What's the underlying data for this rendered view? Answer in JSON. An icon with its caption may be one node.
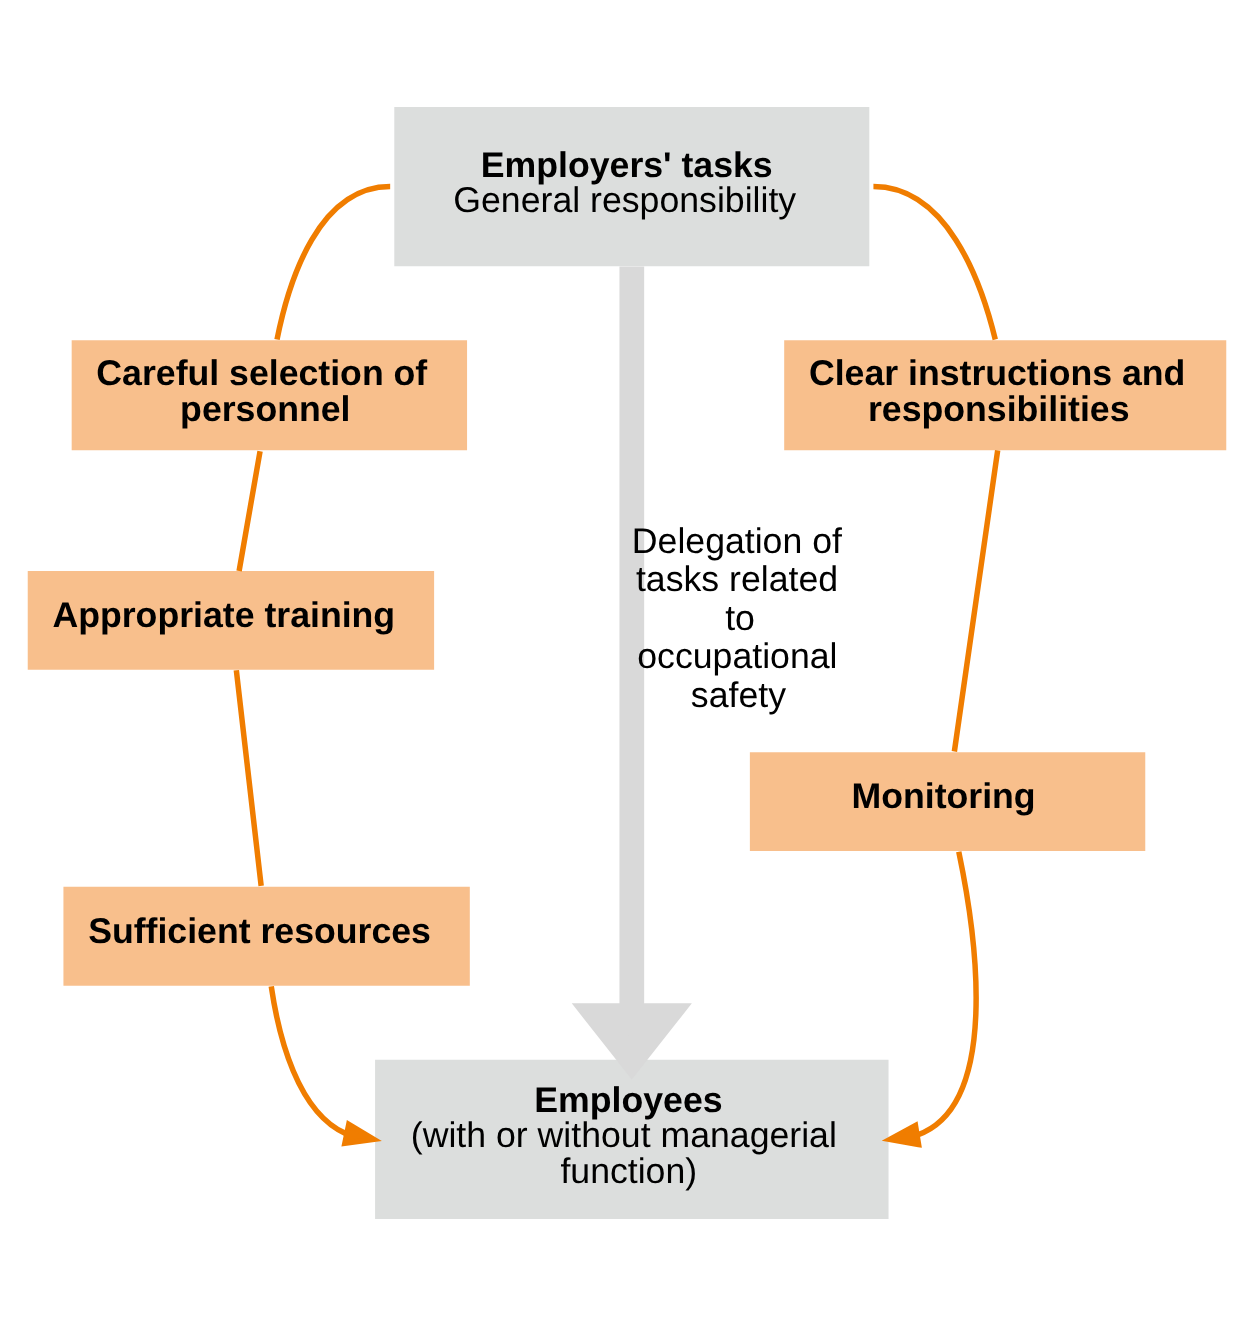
{
  "diagram": {
    "nodes": [
      {
        "text": [
          "Employers' tasks",
          "General responsibility"
        ]
      },
      {
        "text": [
          "Careful selection of personnel"
        ]
      },
      {
        "text": [
          "Appropriate training"
        ]
      },
      {
        "text": [
          "Sufficient resources"
        ]
      },
      {
        "text": [
          "Clear instructions and responsibilities"
        ]
      },
      {
        "text": [
          "Monitoring"
        ]
      },
      {
        "text": [
          "Employees",
          "(with or without managerial function)"
        ]
      }
    ],
    "edges": [
      {
        "from": 0,
        "to": 1,
        "arrow": "none"
      },
      {
        "from": 1,
        "to": 2,
        "arrow": "none"
      },
      {
        "from": 2,
        "to": 3,
        "arrow": "none"
      },
      {
        "from": 3,
        "to": 6,
        "arrow": "to"
      },
      {
        "from": 0,
        "to": 4,
        "arrow": "none"
      },
      {
        "from": 4,
        "to": 5,
        "arrow": "none"
      },
      {
        "from": 5,
        "to": 6,
        "arrow": "to"
      },
      {
        "from": 0,
        "to": 6,
        "arrow": "to",
        "label": "Delegation of tasks related to occupational safety",
        "style": "thick",
        "color": "#d9d9d9"
      }
    ]
  }
}
